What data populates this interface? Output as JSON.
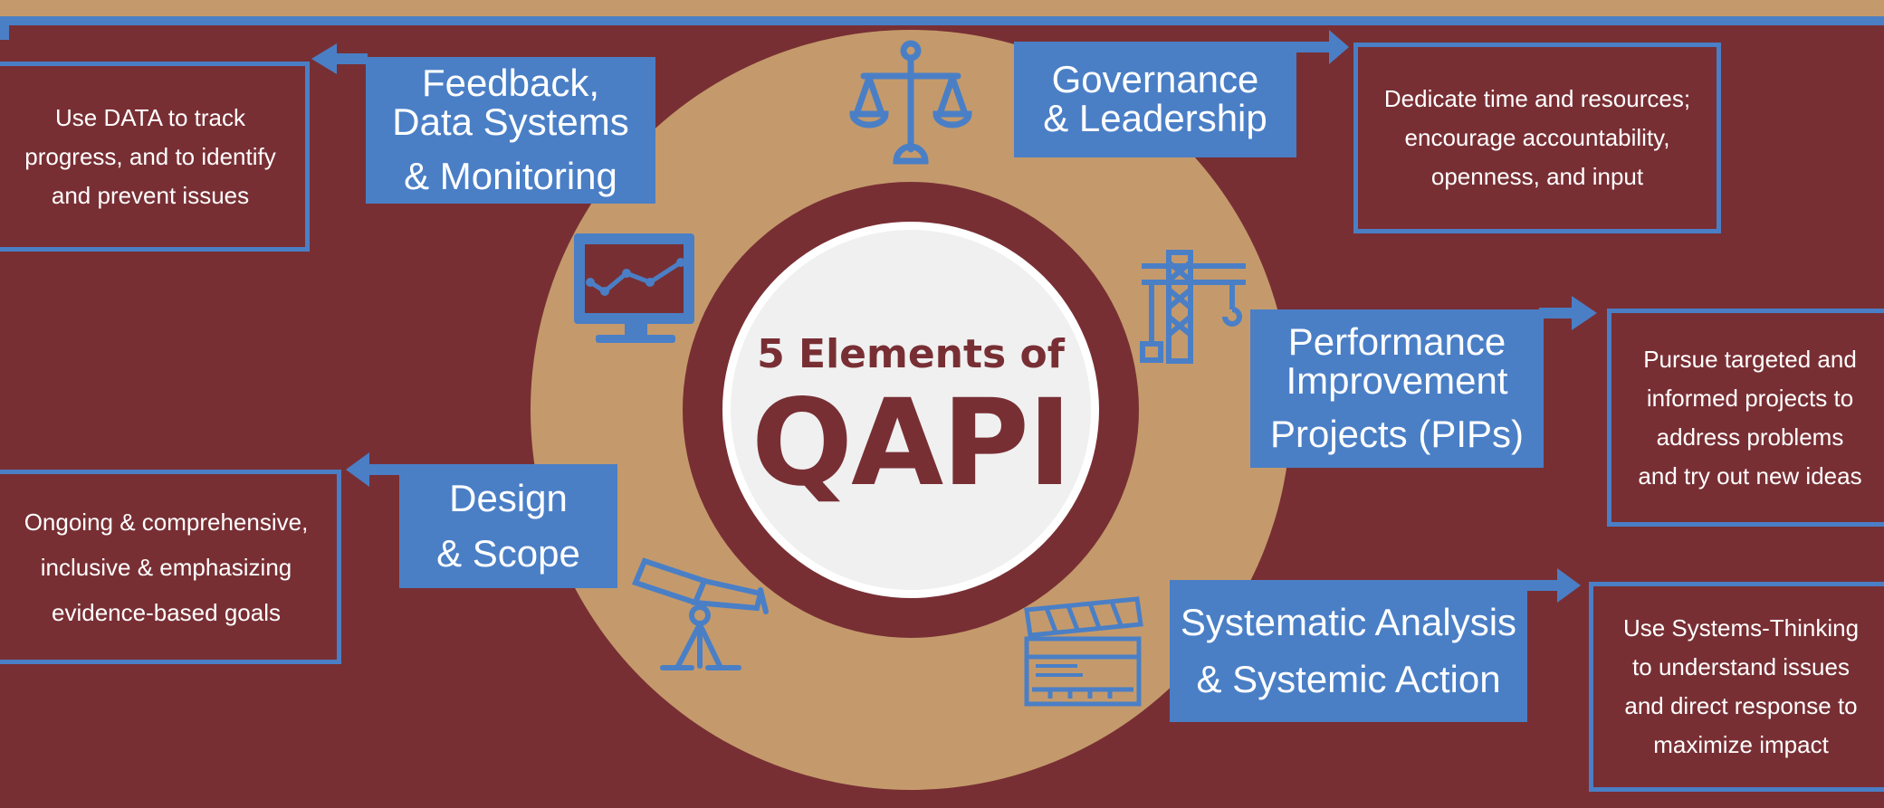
{
  "center": {
    "subtitle": "5 Elements of",
    "title": "QAPI"
  },
  "elements": {
    "feedback": {
      "label": [
        "Feedback,",
        "Data Systems",
        "& Monitoring"
      ],
      "desc": [
        "Use DATA to track",
        "progress, and to identify",
        "and prevent issues"
      ],
      "icon": "monitor-chart-icon"
    },
    "governance": {
      "label": [
        "Governance",
        "& Leadership"
      ],
      "desc": [
        "Dedicate time and resources;",
        "encourage accountability,",
        "openness, and input"
      ],
      "icon": "scales-icon"
    },
    "performance": {
      "label": [
        "Performance",
        "Improvement",
        "Projects (PIPs)"
      ],
      "desc": [
        "Pursue targeted and",
        "informed projects to",
        "address problems",
        "and try out new ideas"
      ],
      "icon": "crane-icon"
    },
    "design": {
      "label": [
        "Design",
        "& Scope"
      ],
      "desc": [
        "Ongoing & comprehensive,",
        "inclusive & emphasizing",
        "evidence-based goals"
      ],
      "icon": "telescope-icon"
    },
    "systematic": {
      "label": [
        "Systematic Analysis",
        "& Systemic Action"
      ],
      "desc": [
        "Use Systems-Thinking",
        "to understand issues",
        "and direct response to",
        "maximize impact"
      ],
      "icon": "clapperboard-icon"
    }
  },
  "colors": {
    "background": "#782f34",
    "tan": "#c49a6c",
    "blue": "#4a7fc6",
    "center": "#f0f0f0"
  }
}
